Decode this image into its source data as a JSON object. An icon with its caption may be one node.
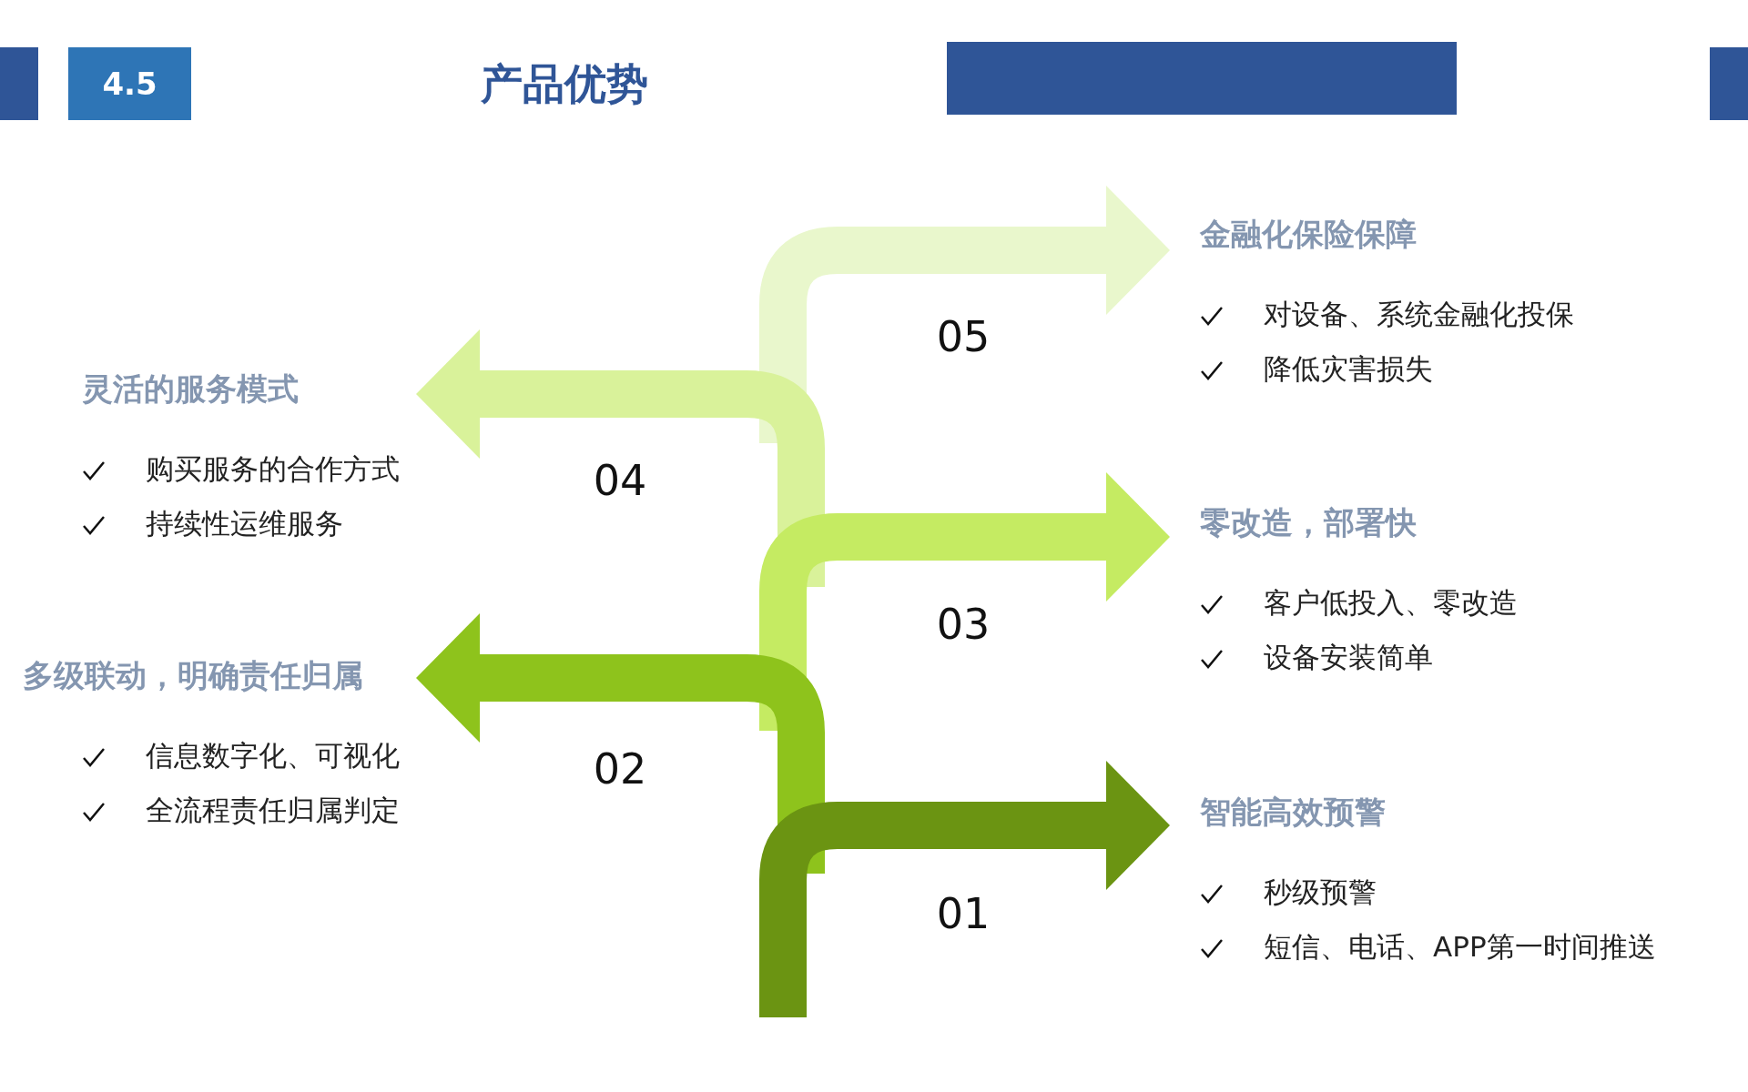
{
  "diagram": {
    "title": "产品优势",
    "nodes": [
      {
        "text": [
          "4.5"
        ]
      },
      {
        "text": [
          "金融化保险保障",
          "对设备、系统金融化投保",
          "降低灾害损失"
        ]
      },
      {
        "text": [
          "灵活的服务模式",
          "购买服务的合作方式",
          "持续性运维服务"
        ]
      },
      {
        "text": [
          "零改造，部署快",
          "客户低投入、零改造",
          "设备安装简单"
        ]
      },
      {
        "text": [
          "多级联动，明确责任归属",
          "信息数字化、可视化",
          "全流程责任归属判定"
        ]
      },
      {
        "text": [
          "智能高效预警",
          "秒级预警",
          "短信、电话、APP第一时间推送"
        ]
      }
    ],
    "edges": [
      {
        "from": null,
        "to": 1,
        "arrow": "to",
        "label": "05",
        "color": "#e9f7cc"
      },
      {
        "from": null,
        "to": 2,
        "arrow": "to",
        "label": "04",
        "color": "#d9f29a"
      },
      {
        "from": null,
        "to": 3,
        "arrow": "to",
        "label": "03",
        "color": "#c5eb62"
      },
      {
        "from": null,
        "to": 4,
        "arrow": "to",
        "label": "02",
        "color": "#8ec31c"
      },
      {
        "from": null,
        "to": 5,
        "arrow": "to",
        "label": "01",
        "color": "#6b9412"
      }
    ]
  }
}
